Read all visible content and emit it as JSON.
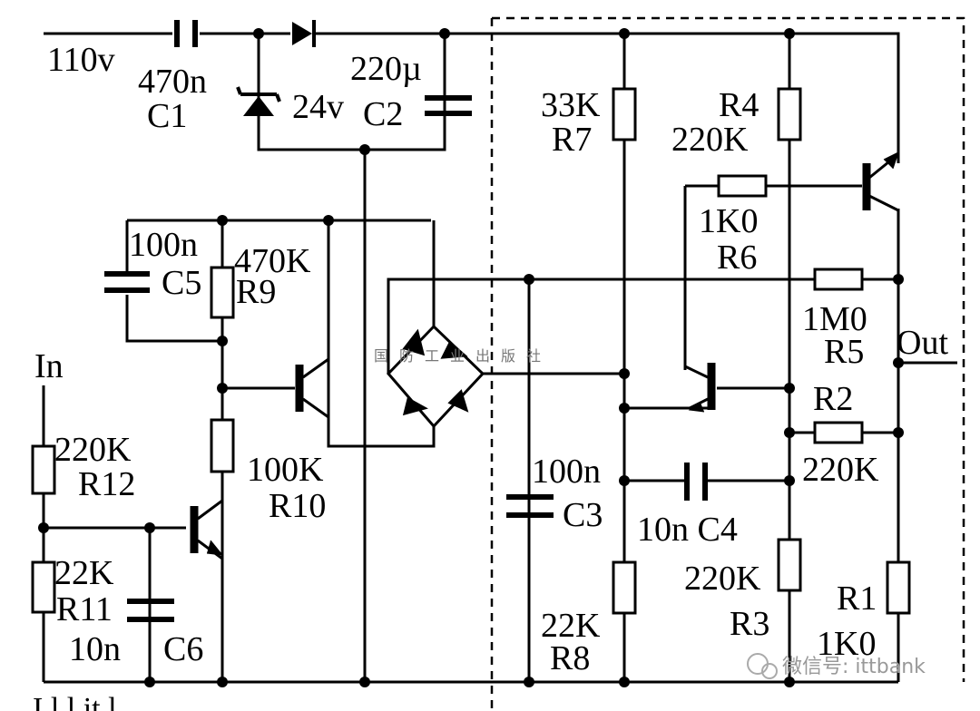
{
  "supply": {
    "input_label": "110v",
    "c1_value": "470n",
    "c1_name": "C1",
    "zener_value": "24v",
    "c2_value": "220µ",
    "c2_name": "C2"
  },
  "input_stage": {
    "in_label": "In",
    "r12_value": "220K",
    "r12_name": "R12",
    "r11_value": "22K",
    "r11_name": "R11",
    "c6_value": "10n",
    "c6_name": "C6",
    "c5_value": "100n",
    "c5_name": "C5",
    "r9_value": "470K",
    "r9_name": "R9",
    "r10_value": "100K",
    "r10_name": "R10"
  },
  "switch_block": {
    "r7_value": "33K",
    "r7_name": "R7",
    "r8_value": "22K",
    "r8_name": "R8",
    "c3_value": "100n",
    "c3_name": "C3",
    "c4_label": "10n C4",
    "r4_name": "R4",
    "r4_value": "220K",
    "r6_value": "1K0",
    "r6_name": "R6",
    "r5_value": "1M0",
    "r5_name": "R5",
    "out_label": "Out",
    "r2_name": "R2",
    "r2_value": "220K",
    "r3_value": "220K",
    "r3_name": "R3",
    "r1_name": "R1",
    "r1_value": "1K0"
  },
  "watermarks": {
    "publisher": "国防工业出版社",
    "wechat": "微信号: ittbank"
  },
  "caption_fragment": "I          l     l                      it  l"
}
